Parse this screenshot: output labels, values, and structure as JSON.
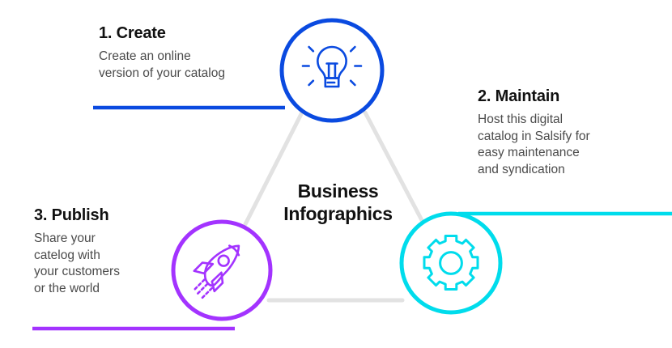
{
  "center": {
    "title": "Business\nInfographics"
  },
  "steps": [
    {
      "id": "create",
      "title": "1. Create",
      "body": "Create an online\nversion of your  catalog",
      "color": "#0a4ae0",
      "icon": "lightbulb-icon"
    },
    {
      "id": "maintain",
      "title": "2. Maintain",
      "body": "Host this digital\ncatalog in Salsify for\neasy maintenance\nand syndication",
      "color": "#00dcec",
      "icon": "gear-icon"
    },
    {
      "id": "publish",
      "title": "3. Publish",
      "body": "Share your\ncatelog with\nyour customers\nor the world",
      "color": "#a333ff",
      "icon": "rocket-icon"
    }
  ],
  "palette": {
    "blue": "#0a4ae0",
    "cyan": "#00dcec",
    "purple": "#a333ff",
    "connector_gray": "#e2e2e2",
    "heading_text": "#111111",
    "body_text": "#4b4b4b",
    "background": "#ffffff"
  }
}
